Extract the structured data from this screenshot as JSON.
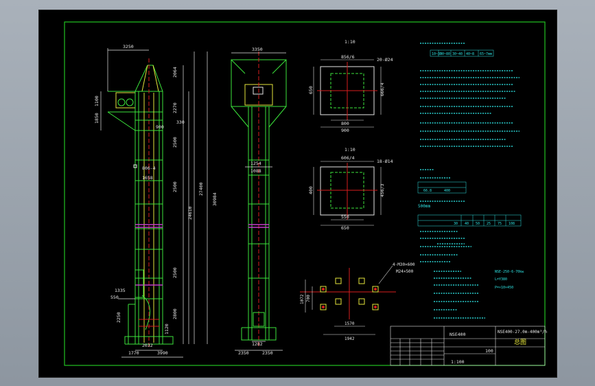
{
  "colors": {
    "frame": "#22c322",
    "structure": "#3be53b",
    "dim": "#e6e6e6",
    "center": "#d81e1e",
    "note": "#2fe6e6",
    "purple": "#c33bc8",
    "yellow": "#e6e63b",
    "blue": "#3b5bff"
  },
  "elevator_front": {
    "top_width": "3250",
    "right_dims": [
      "2064",
      "2270",
      "2500",
      "2500",
      "2500",
      "2800",
      "1120"
    ],
    "left_dims": [
      "1100",
      "1850"
    ],
    "overall_heights": [
      "24610",
      "27400",
      "30984"
    ],
    "small_dims": [
      "900",
      "330",
      "806-4",
      "1658",
      "1335",
      "550",
      "2250"
    ],
    "bottom_dims": [
      "2032",
      "1770",
      "3990"
    ]
  },
  "elevator_side": {
    "top_width": "3350",
    "mid_dims": [
      "1254",
      "1088"
    ],
    "bottom_dims": [
      "1282",
      "2350",
      "2350"
    ]
  },
  "flange_top": {
    "scale": "1:10",
    "top": "856/6",
    "hole": "20-Ø24",
    "left": "650",
    "right": "666/4",
    "inner": "800",
    "outer": "900"
  },
  "flange_bottom": {
    "scale": "1:10",
    "top": "606/4",
    "hole": "18-Ø14",
    "left": "400",
    "right": "456/3",
    "inner": "550",
    "outer": "650"
  },
  "base": {
    "hole_label": "4-M30×600",
    "sub_label": "M24×500",
    "left": "1072",
    "left2": "700",
    "inner": "1570",
    "outer": "1942"
  },
  "notes": {
    "tech_table": [
      "10~30",
      "30~80",
      "30~40",
      "40~8",
      "65~7mm"
    ],
    "model_table": [
      "66.8",
      "400"
    ],
    "mid_table": [
      "30",
      "40",
      "50",
      "25",
      "75",
      "108"
    ],
    "spec1": "NSE-250-6-70kw",
    "spec2": "L=Y380",
    "spec3": "P=×10×450",
    "label_500": "500mm"
  },
  "title_block": {
    "model_left": "NSE400",
    "model_right": "NSE400-27.0m-400m³/h",
    "drawing_name": "总图",
    "scale": "1:100",
    "qty": "100"
  }
}
